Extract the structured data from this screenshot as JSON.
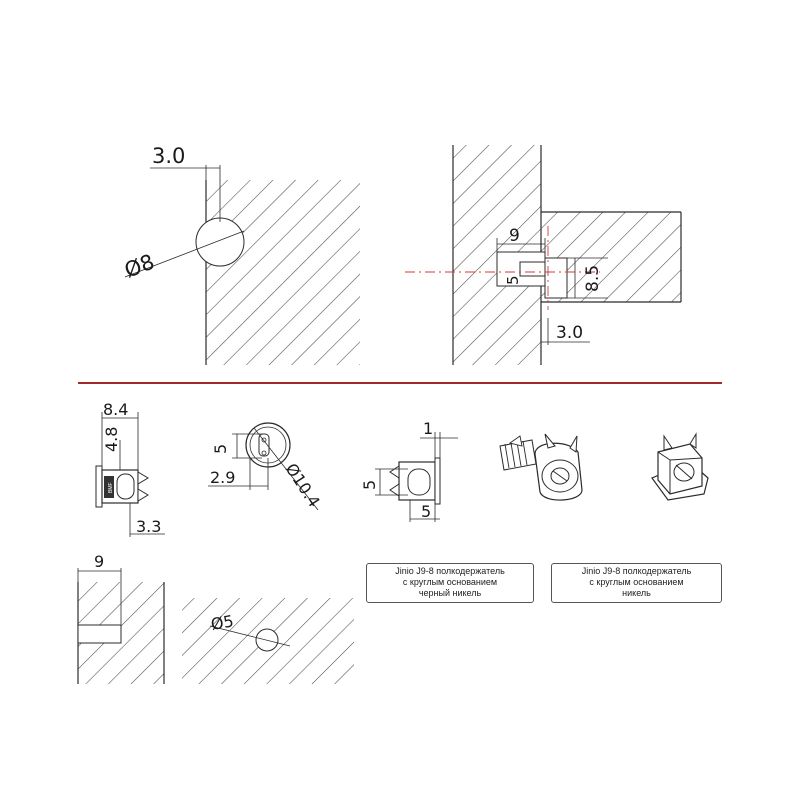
{
  "colors": {
    "ink": "#2b2b2b",
    "hatch": "#4a4a4a",
    "divider": "#a32a2a",
    "centerline": "#d33a3a"
  },
  "figures": {
    "shelf_pin_hole": {
      "offset": "3.0",
      "diameter": "Ø8"
    },
    "shelf_joint": {
      "width": "9",
      "depth": "8.5",
      "height": "5",
      "offset": "3.0"
    },
    "holder_side": {
      "length": "8.4",
      "height": "4.8",
      "stem": "3.3",
      "logo": "BMF"
    },
    "holder_round": {
      "height": "5",
      "offset": "2.9",
      "diameter": "Ø10.4"
    },
    "holder_front": {
      "thickness": "1",
      "height": "5",
      "width": "5"
    },
    "slot": {
      "width": "9"
    },
    "hole": {
      "diameter": "Ø5"
    }
  },
  "captions": [
    {
      "line1": "Jinio J9-8 полкодержатель",
      "line2": "с круглым основанием",
      "line3": "черный никель"
    },
    {
      "line1": "Jinio J9-8 полкодержатель",
      "line2": "с круглым основанием",
      "line3": "никель"
    }
  ]
}
